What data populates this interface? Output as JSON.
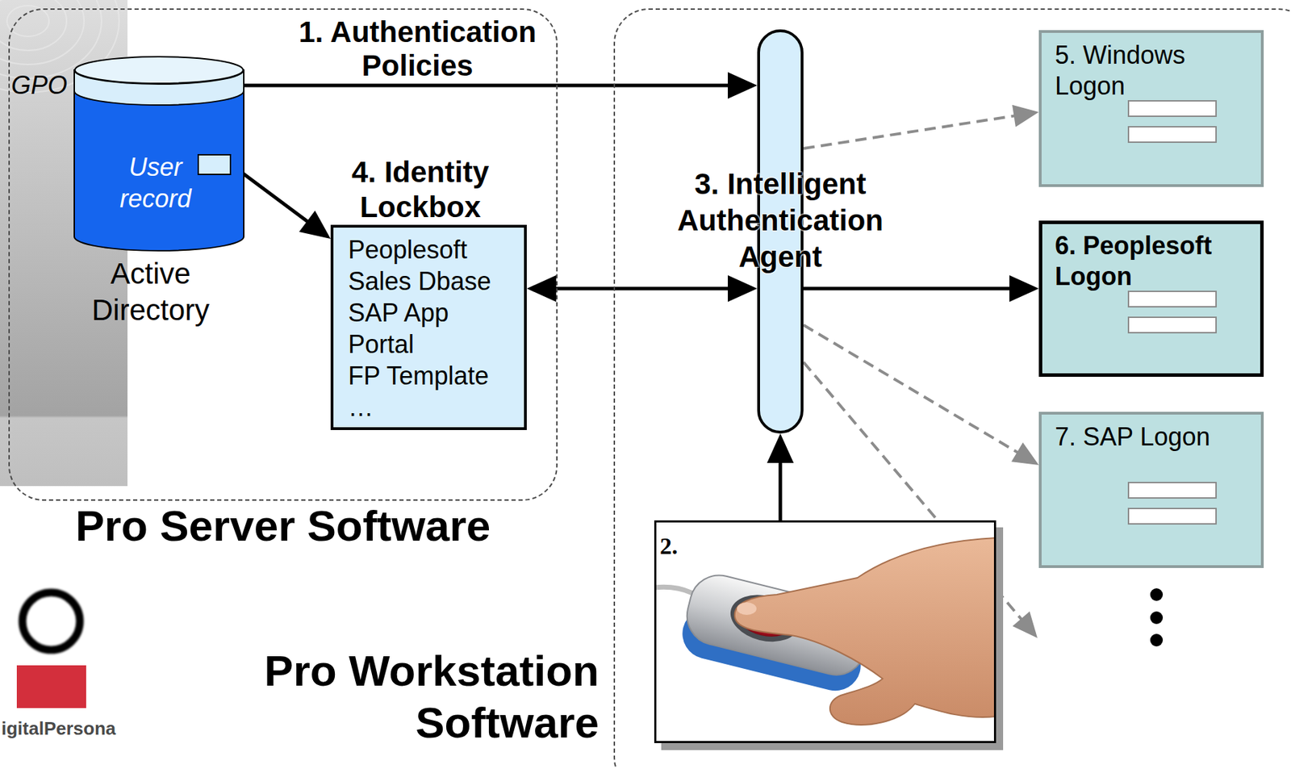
{
  "diagram": {
    "nodes": [
      {
        "text": [
          "Pro Server Software"
        ]
      },
      {
        "text": [
          "User record",
          "Active Directory"
        ],
        "in": 0
      },
      {
        "text": [
          "4. Identity Lockbox",
          "Peoplesoft",
          "Sales Dbase",
          "SAP App",
          "Portal",
          "FP Template",
          "…"
        ],
        "in": 0
      },
      {
        "text": [
          "Pro Workstation Software"
        ]
      },
      {
        "text": [
          "3. Intelligent Authentication Agent"
        ],
        "in": 3
      },
      {
        "text": [
          "2."
        ],
        "in": 3
      },
      {
        "text": [
          "5. Windows Logon"
        ],
        "in": 3
      },
      {
        "text": [
          "6. Peoplesoft Logon"
        ],
        "in": 3
      },
      {
        "text": [
          "7. SAP Logon"
        ],
        "in": 3
      }
    ],
    "edges": [
      {
        "from": 1,
        "to": 4,
        "label": "1. Authentication Policies",
        "arrow": "to"
      },
      {
        "from": 1,
        "to": 2,
        "arrow": "to"
      },
      {
        "from": 2,
        "to": 4,
        "arrow": "both"
      },
      {
        "from": 5,
        "to": 4,
        "arrow": "to"
      },
      {
        "from": 4,
        "to": 6,
        "arrow": "to"
      },
      {
        "from": 4,
        "to": 7,
        "arrow": "to"
      },
      {
        "from": 4,
        "to": 8,
        "arrow": "to"
      }
    ],
    "labels": [
      "GPO",
      "igitalPersona"
    ]
  }
}
